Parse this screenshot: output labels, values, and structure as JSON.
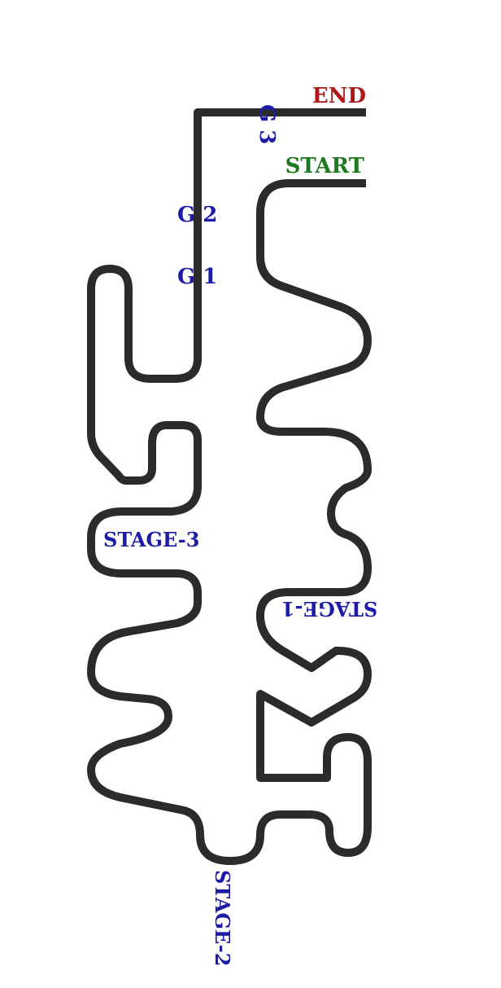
{
  "labels": {
    "start": "START",
    "end": "END",
    "g1": "G 1",
    "g2": "G 2",
    "g3": "G 3",
    "stage1": "STAGE-1",
    "stage2": "STAGE-2",
    "stage3": "STAGE-3"
  },
  "colors": {
    "track": "#2b2b2b",
    "start": "#1e7a1e",
    "end": "#b01818",
    "marker": "#1c1ca8"
  }
}
